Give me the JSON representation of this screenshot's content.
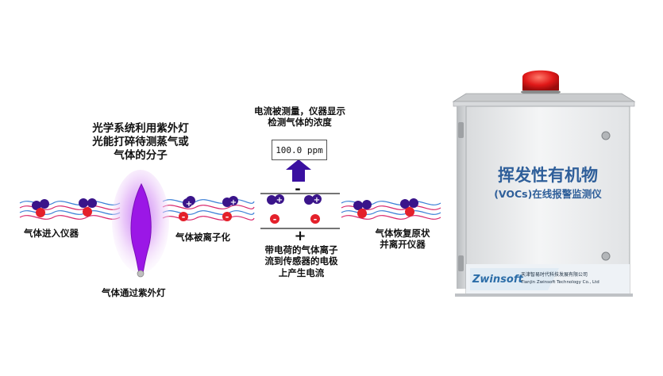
{
  "uv_optics_note": [
    "光学系统利用紫外灯",
    "光能打碎待测蒸气或",
    "气体的分子"
  ],
  "current_note": [
    "电流被测量，仪器显示",
    "检测气体的浓度"
  ],
  "readout": "100.0 ppm",
  "labels": {
    "gas_in": "气体进入仪器",
    "ionized": "气体被离子化",
    "restore": [
      "气体恢复原状",
      "并离开仪器"
    ],
    "uv_lamp": "气体通过紫外灯",
    "charged_flow": [
      "带电荷的气体离子",
      "流到传感器的电极",
      "上产生电流"
    ]
  },
  "electrodes": {
    "negative": "-",
    "positive": "+"
  },
  "ion_charges": {
    "positive": "+",
    "negative": "-"
  },
  "device": {
    "title": "挥发性有机物",
    "subtitle": "(VOCs)在线报警监测仪",
    "brand": "Zwinsoft",
    "company_cn": "天津智易时代科技发展有限公司",
    "company_en": "Tianjin Zwinsoft Technology Co., Ltd"
  },
  "colors": {
    "molecule_blue": "#3a148a",
    "molecule_red": "#e4202a",
    "wave_blue": "#3a7fd6",
    "wave_red": "#d9266b",
    "uv_purple": "#9b17e6",
    "arrow": "#3a10a0",
    "alarm_red": "#e01818"
  }
}
